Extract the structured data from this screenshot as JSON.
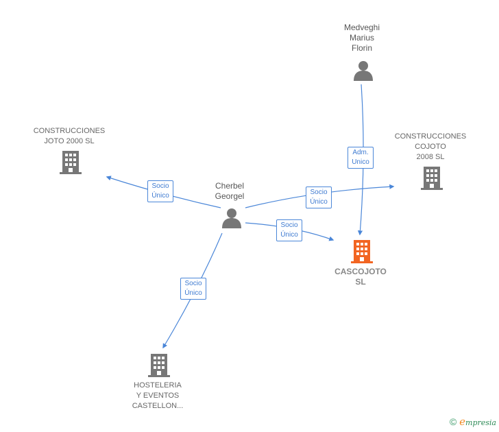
{
  "nodes": {
    "medveghi": {
      "line1": "Medveghi",
      "line2": "Marius",
      "line3": "Florin"
    },
    "cherbel": {
      "line1": "Cherbel",
      "line2": "Georgel"
    },
    "construcciones_joto": {
      "line1": "CONSTRUCCIONES",
      "line2": "JOTO 2000  SL"
    },
    "construcciones_cojoto": {
      "line1": "CONSTRUCCIONES",
      "line2": "COJOTO",
      "line3": "2008  SL"
    },
    "cascojoto": {
      "line1": "CASCOJOTO",
      "line2": "SL"
    },
    "hosteleria": {
      "line1": "HOSTELERIA",
      "line2": "Y EVENTOS",
      "line3": "CASTELLON..."
    }
  },
  "edges": {
    "to_joto": {
      "line1": "Socio",
      "line2": "Único"
    },
    "to_cojoto": {
      "line1": "Socio",
      "line2": "Único"
    },
    "to_cascojoto": {
      "line1": "Socio",
      "line2": "Único"
    },
    "to_hosteleria": {
      "line1": "Socio",
      "line2": "Único"
    },
    "medveghi_to_cascojoto": {
      "line1": "Adm.",
      "line2": "Unico"
    }
  },
  "footer": {
    "copyright": "©",
    "brand_initial": "e",
    "brand_rest": "mpresia"
  },
  "colors": {
    "edge": "#4a86d8",
    "icon": "#777777",
    "main_company": "#f26522"
  }
}
